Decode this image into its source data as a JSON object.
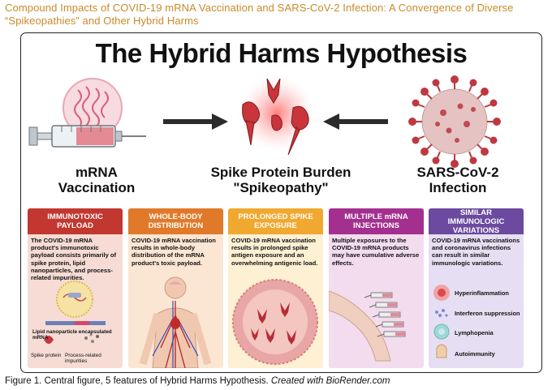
{
  "header": {
    "title": "Compound Impacts of COVID-19 mRNA Vaccination and SARS-CoV-2 Infection: A Convergence of Diverse “Spikeopathies” and Other Hybrid Harms"
  },
  "figure": {
    "title": "The Hybrid Harms Hypothesis",
    "left_label": "mRNA\nVaccination",
    "center_label": "Spike Protein Burden\n\"Spikeopathy\"",
    "right_label": "SARS-CoV-2\nInfection",
    "cards": [
      {
        "heading": "IMMUNOTOXIC PAYLOAD",
        "text": "The COVID-19 mRNA product's immunotoxic payload consists primarily of spike protein, lipid nanoparticles, and process-related impurities.",
        "labels": [
          "Lipid nanoparticle encapsulated mRNA",
          "Spike protein",
          "Process-related impurities"
        ],
        "head_color": "#c2372f",
        "body_color": "#f6dcd5"
      },
      {
        "heading": "WHOLE-BODY DISTRIBUTION",
        "text": "COVID-19 mRNA vaccination results in whole-body distribution of the mRNA product's toxic payload.",
        "head_color": "#e07a2a",
        "body_color": "#fbe6d3"
      },
      {
        "heading": "PROLONGED SPIKE EXPOSURE",
        "text": "COVID-19 mRNA vaccination results in prolonged spike antigen exposure and an overwhelming antigenic load.",
        "head_color": "#f0a830",
        "body_color": "#fdf0d3"
      },
      {
        "heading": "MULTIPLE mRNA INJECTIONS",
        "text": "Multiple exposures to the COVID-19 mRNA products may have cumulative adverse effects.",
        "head_color": "#a3308f",
        "body_color": "#f2dcee"
      },
      {
        "heading": "SIMILAR IMMUNOLOGIC VARIATIONS",
        "text": "COVID-19 mRNA vaccinations and coronavirus infections can result in similar immunologic variations.",
        "items": [
          "Hyperinflammation",
          "Interferon suppression",
          "Lymphopenia",
          "Autoimmunity"
        ],
        "head_color": "#6b4aa0",
        "body_color": "#e6def2"
      }
    ]
  },
  "caption": {
    "main": "Figure 1. Central figure, 5 features of Hybrid Harms Hypothesis. ",
    "credit": "Created with BioRender.com"
  }
}
